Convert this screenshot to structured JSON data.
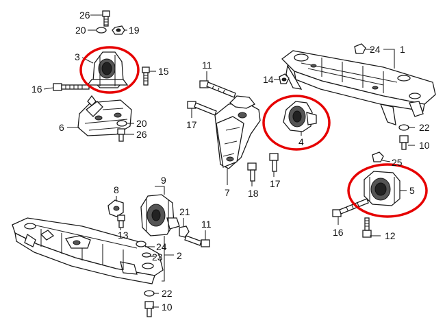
{
  "callouts": {
    "n1": "1",
    "n2": "2",
    "n3": "3",
    "n4": "4",
    "n5": "5",
    "n6": "6",
    "n7": "7",
    "n8": "8",
    "n9": "9",
    "n10": "10",
    "n11": "11",
    "n12": "12",
    "n13": "13",
    "n14": "14",
    "n15": "15",
    "n16": "16",
    "n17": "17",
    "n18": "18",
    "n19": "19",
    "n20": "20",
    "n21": "21",
    "n22": "22",
    "n23": "23",
    "n24": "24",
    "n25": "25",
    "n26": "26"
  },
  "highlight_color": "#e60000",
  "highlighted_parts": [
    "3",
    "4",
    "5"
  ]
}
